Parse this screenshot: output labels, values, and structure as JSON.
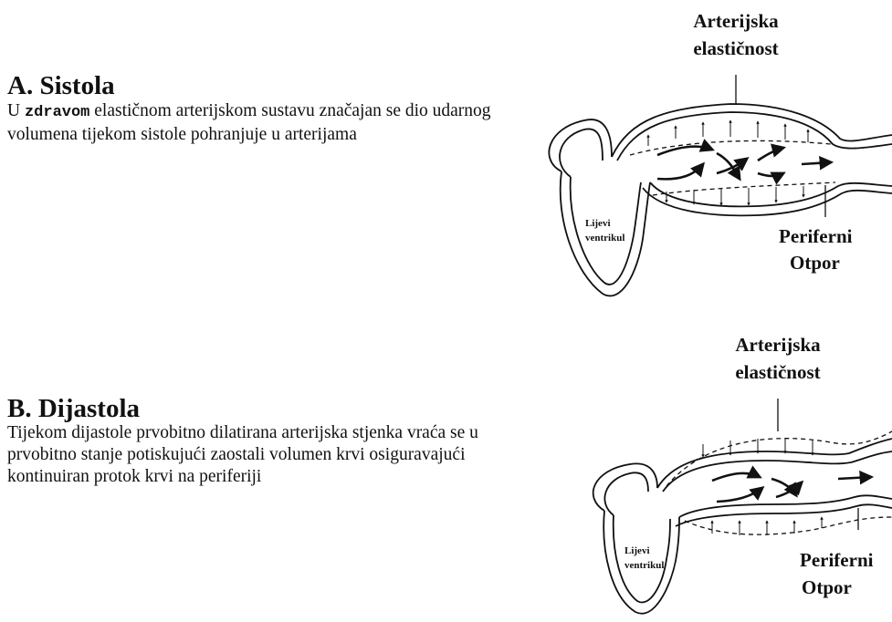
{
  "section_a": {
    "title": "A. Sistola",
    "body_prefix": "U ",
    "body_keyword": "zdravom",
    "body_suffix": " elastičnom arterijskom sustavu značajan se dio udarnog volumena tijekom sistole pohranjuje u arterijama"
  },
  "section_b": {
    "title": "B. Dijastola",
    "body": "Tijekom dijastole prvobitno dilatirana arterijska stjenka vraća se u prvobitno stanje potiskujući zaostali volumen krvi osiguravajući kontinuiran protok krvi na periferiji"
  },
  "diagram_a": {
    "elasticity_line1": "Arterijska",
    "elasticity_line2": "elastičnost",
    "ventricle_line1": "Lijevi",
    "ventricle_line2": "ventrikul",
    "resistance_line1": "Periferni",
    "resistance_line2": "Otpor"
  },
  "diagram_b": {
    "elasticity_line1": "Arterijska",
    "elasticity_line2": "elastičnost",
    "ventricle_line1": "Lijevi",
    "ventricle_line2": "ventrikul",
    "resistance_line1": "Periferni",
    "resistance_line2": "Otpor"
  }
}
